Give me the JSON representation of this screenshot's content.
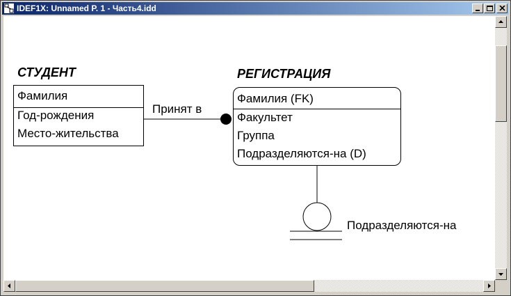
{
  "window": {
    "title": "IDEF1X: Unnamed P. 1 - Часть4.idd",
    "buttons": {
      "minimize": "minimize",
      "maximize": "maximize",
      "close": "close"
    }
  },
  "diagram": {
    "entities": [
      {
        "name": "СТУДЕНТ",
        "key_attributes": [
          "Фамилия"
        ],
        "attributes": [
          "Год-рождения",
          "Место-жительства"
        ]
      },
      {
        "name": "РЕГИСТРАЦИЯ",
        "key_attributes": [
          "Фамилия (FK)"
        ],
        "attributes": [
          "Факультет",
          "Группа",
          "Подразделяются-на (D)"
        ]
      }
    ],
    "relationship_label": "Принят в",
    "category_label": "Подразделяются-на"
  },
  "colors": {
    "titlebar_start": "#0a246a",
    "titlebar_end": "#a6caf0",
    "canvas": "#ffffff"
  }
}
